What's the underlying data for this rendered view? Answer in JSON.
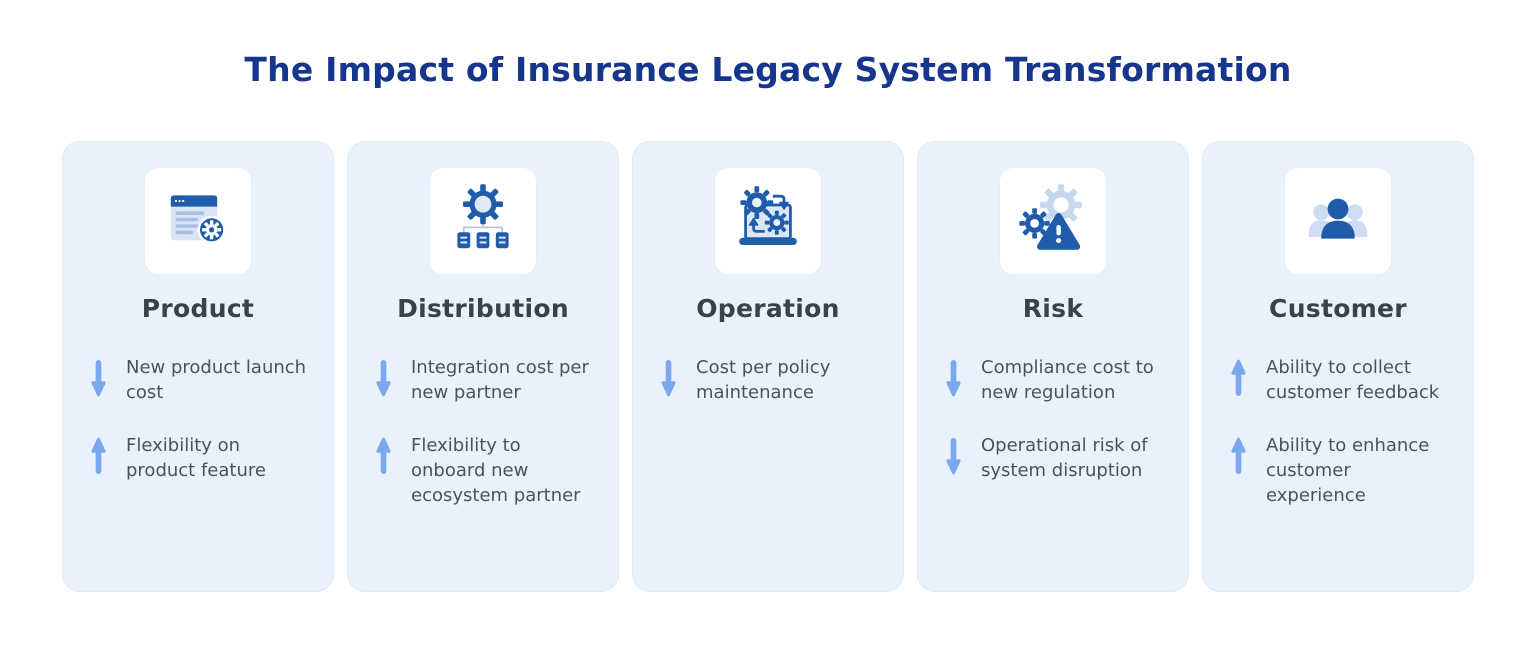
{
  "title": "The Impact of Insurance Legacy System Transformation",
  "colors": {
    "title_navy": "#16358C",
    "card_background": "#E9F2FC",
    "card_border": "#DCEAF9",
    "icon_dark_blue": "#1F5CA9",
    "icon_light_blue": "#C7D7F0",
    "arrow_blue": "#7AA7EE",
    "heading_text": "#3A4149",
    "body_text": "#49525E"
  },
  "cards": [
    {
      "title": "Product",
      "icon": "browser-gear-icon",
      "items": [
        {
          "direction": "down",
          "text": "New product launch cost"
        },
        {
          "direction": "up",
          "text": "Flexibility on product feature"
        }
      ]
    },
    {
      "title": "Distribution",
      "icon": "gear-network-icon",
      "items": [
        {
          "direction": "down",
          "text": "Integration cost per new partner"
        },
        {
          "direction": "up",
          "text": "Flexibility to onboard new ecosystem partner"
        }
      ]
    },
    {
      "title": "Operation",
      "icon": "laptop-gears-icon",
      "items": [
        {
          "direction": "down",
          "text": "Cost per policy maintenance"
        }
      ]
    },
    {
      "title": "Risk",
      "icon": "gears-warning-icon",
      "items": [
        {
          "direction": "down",
          "text": "Compliance cost to new regulation"
        },
        {
          "direction": "down",
          "text": "Operational risk of system disruption"
        }
      ]
    },
    {
      "title": "Customer",
      "icon": "people-icon",
      "items": [
        {
          "direction": "up",
          "text": "Ability to collect customer feedback"
        },
        {
          "direction": "up",
          "text": "Ability to enhance customer experience"
        }
      ]
    }
  ]
}
